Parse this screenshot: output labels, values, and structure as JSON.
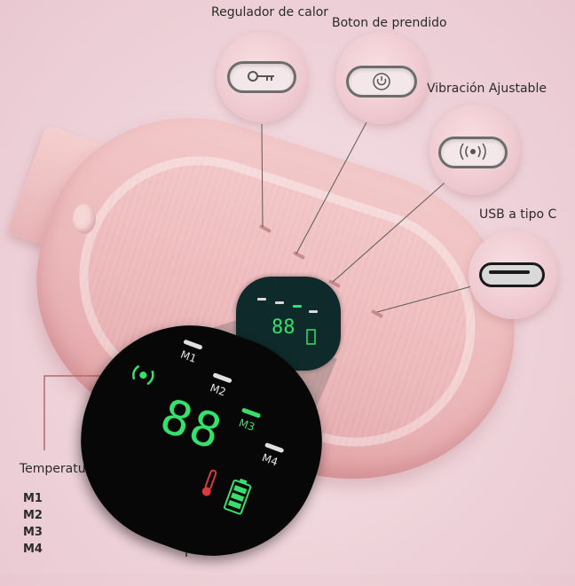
{
  "labels": {
    "heat_regulator": "Regulador de calor",
    "power_button": "Boton de prendido",
    "vibration": "Vibración Ajustable",
    "usb": "USB a tipo C",
    "temperature": "Temperatura"
  },
  "modes": [
    "M1",
    "M2",
    "M3",
    "M4"
  ],
  "display": {
    "mode_labels": [
      "M1",
      "M2",
      "M3",
      "M4"
    ],
    "digits": "88"
  },
  "colors": {
    "accent_green": "#35e06b",
    "device_pink": "#ecb7b9",
    "display_bg": "#070707"
  },
  "icons": [
    "key-icon",
    "power-icon",
    "vibration-icon",
    "usb-c-icon",
    "signal-icon",
    "thermometer-icon",
    "battery-icon"
  ]
}
